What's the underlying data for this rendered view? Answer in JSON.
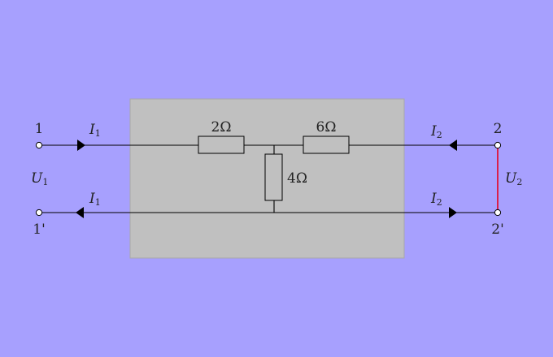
{
  "colors": {
    "background": "#a7a0fe",
    "box": "#c0c0c0",
    "wire": "#000000",
    "short_wire": "#e8001c"
  },
  "terminals": {
    "t1": "1",
    "t1p": "1'",
    "t2": "2",
    "t2p": "2'"
  },
  "currents": {
    "top_left": {
      "main": "I",
      "sub": "1"
    },
    "bottom_left": {
      "main": "I",
      "sub": "1"
    },
    "top_right": {
      "main": "I",
      "sub": "2"
    },
    "bottom_right": {
      "main": "I",
      "sub": "2"
    }
  },
  "voltages": {
    "left": {
      "main": "U",
      "sub": "1"
    },
    "right": {
      "main": "U",
      "sub": "2"
    }
  },
  "resistors": {
    "r1": "2Ω",
    "r2": "6Ω",
    "r3": "4Ω"
  }
}
